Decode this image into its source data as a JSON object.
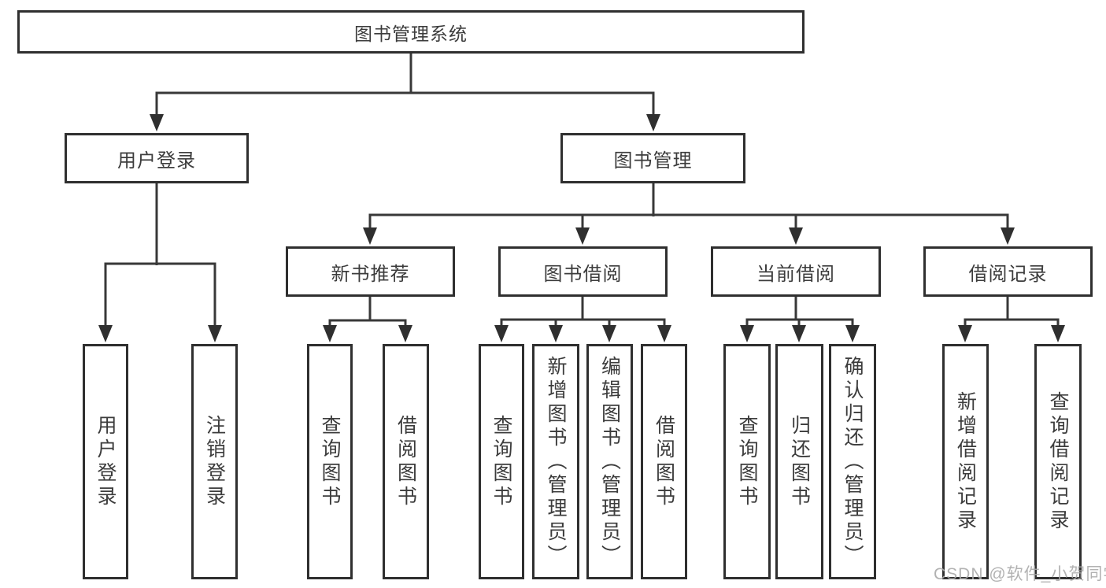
{
  "tree": {
    "label": "图书管理系统",
    "children": [
      {
        "label": "用户登录",
        "children": [
          {
            "label": "用户登录"
          },
          {
            "label": "注销登录"
          }
        ]
      },
      {
        "label": "图书管理",
        "children": [
          {
            "label": "新书推荐",
            "children": [
              {
                "label": "查询图书"
              },
              {
                "label": "借阅图书"
              }
            ]
          },
          {
            "label": "图书借阅",
            "children": [
              {
                "label": "查询图书"
              },
              {
                "label": "新增图书（管理员）"
              },
              {
                "label": "编辑图书（管理员）"
              },
              {
                "label": "借阅图书"
              }
            ]
          },
          {
            "label": "当前借阅",
            "children": [
              {
                "label": "查询图书"
              },
              {
                "label": "归还图书"
              },
              {
                "label": "确认归还（管理员）"
              }
            ]
          },
          {
            "label": "借阅记录",
            "children": [
              {
                "label": "新增借阅记录"
              },
              {
                "label": "查询借阅记录"
              }
            ]
          }
        ]
      }
    ]
  },
  "watermark": {
    "text": "CSDN @软件_小贺同学"
  },
  "colors": {
    "line": "#383838",
    "box_border": "#2f2f2f",
    "text": "#3c3c3c",
    "watermark": "#aaaaaa",
    "background": "#ffffff"
  }
}
